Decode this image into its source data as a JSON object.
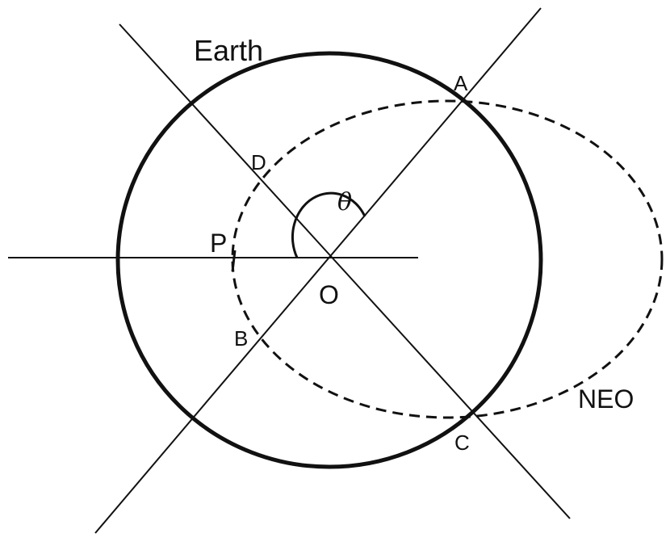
{
  "labels": {
    "earth": "Earth",
    "neo": "NEO",
    "origin": "O",
    "perihelion": "P",
    "point_a": "A",
    "point_b": "B",
    "point_c": "C",
    "point_d": "D",
    "angle": "θ"
  },
  "colors": {
    "stroke": "#111111",
    "background": "#ffffff"
  }
}
